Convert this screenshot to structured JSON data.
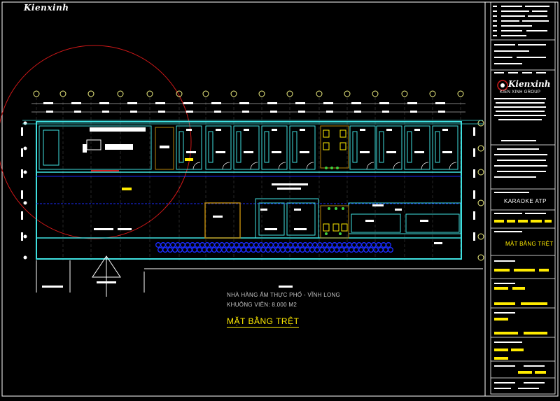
{
  "brand": {
    "logo_text": "Kienxinh",
    "group_name": "KIEN XINH GROUP"
  },
  "drawing": {
    "project_note": "NHÀ HÀNG ẨM THỰC PHỐ - VĨNH LONG",
    "area_note": "KHUÔNG VIÊN: 8.000 M2",
    "title": "MẶT BẰNG TRỆT"
  },
  "title_block": {
    "project_name": "KARAOKE ATP",
    "sheet_name": "MẶT BẰNG TRỆT"
  },
  "colors": {
    "background": "#000000",
    "wall": "#3fe0e0",
    "text_white": "#ffffff",
    "text_yellow": "#ffeb00",
    "circle_red": "#d01818",
    "blue_line": "#1a2cff",
    "brown_wall": "#b8860b",
    "grid_axis": "#f0f080"
  }
}
